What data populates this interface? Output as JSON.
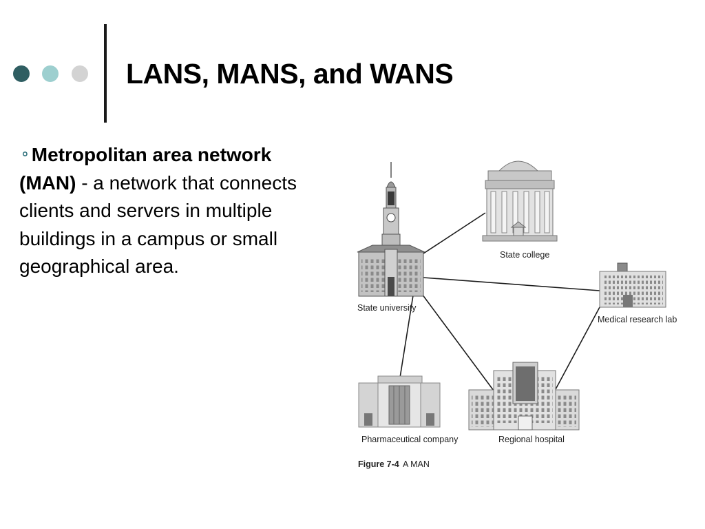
{
  "slide": {
    "title": "LANS, MANS, and WANS",
    "bullet": {
      "term": "Metropolitan area network (MAN)",
      "definition": " - a network that connects clients and servers in multiple buildings in a campus or small geographical area."
    }
  },
  "decoration": {
    "dot_colors": [
      "#2f5e62",
      "#9dcfcf",
      "#d3d3d3"
    ],
    "bullet_icon": "ring-bullet-icon"
  },
  "diagram": {
    "nodes": {
      "state_university": "State university",
      "state_college": "State college",
      "medical_research_lab": "Medical research lab",
      "pharmaceutical_company": "Pharmaceutical company",
      "regional_hospital": "Regional hospital"
    },
    "connections": [
      [
        "State university",
        "State college"
      ],
      [
        "State university",
        "Medical research lab"
      ],
      [
        "State university",
        "Pharmaceutical company"
      ],
      [
        "State university",
        "Regional hospital"
      ],
      [
        "Medical research lab",
        "Regional hospital"
      ]
    ],
    "caption": {
      "figure": "Figure 7-4",
      "text": "A MAN"
    }
  }
}
